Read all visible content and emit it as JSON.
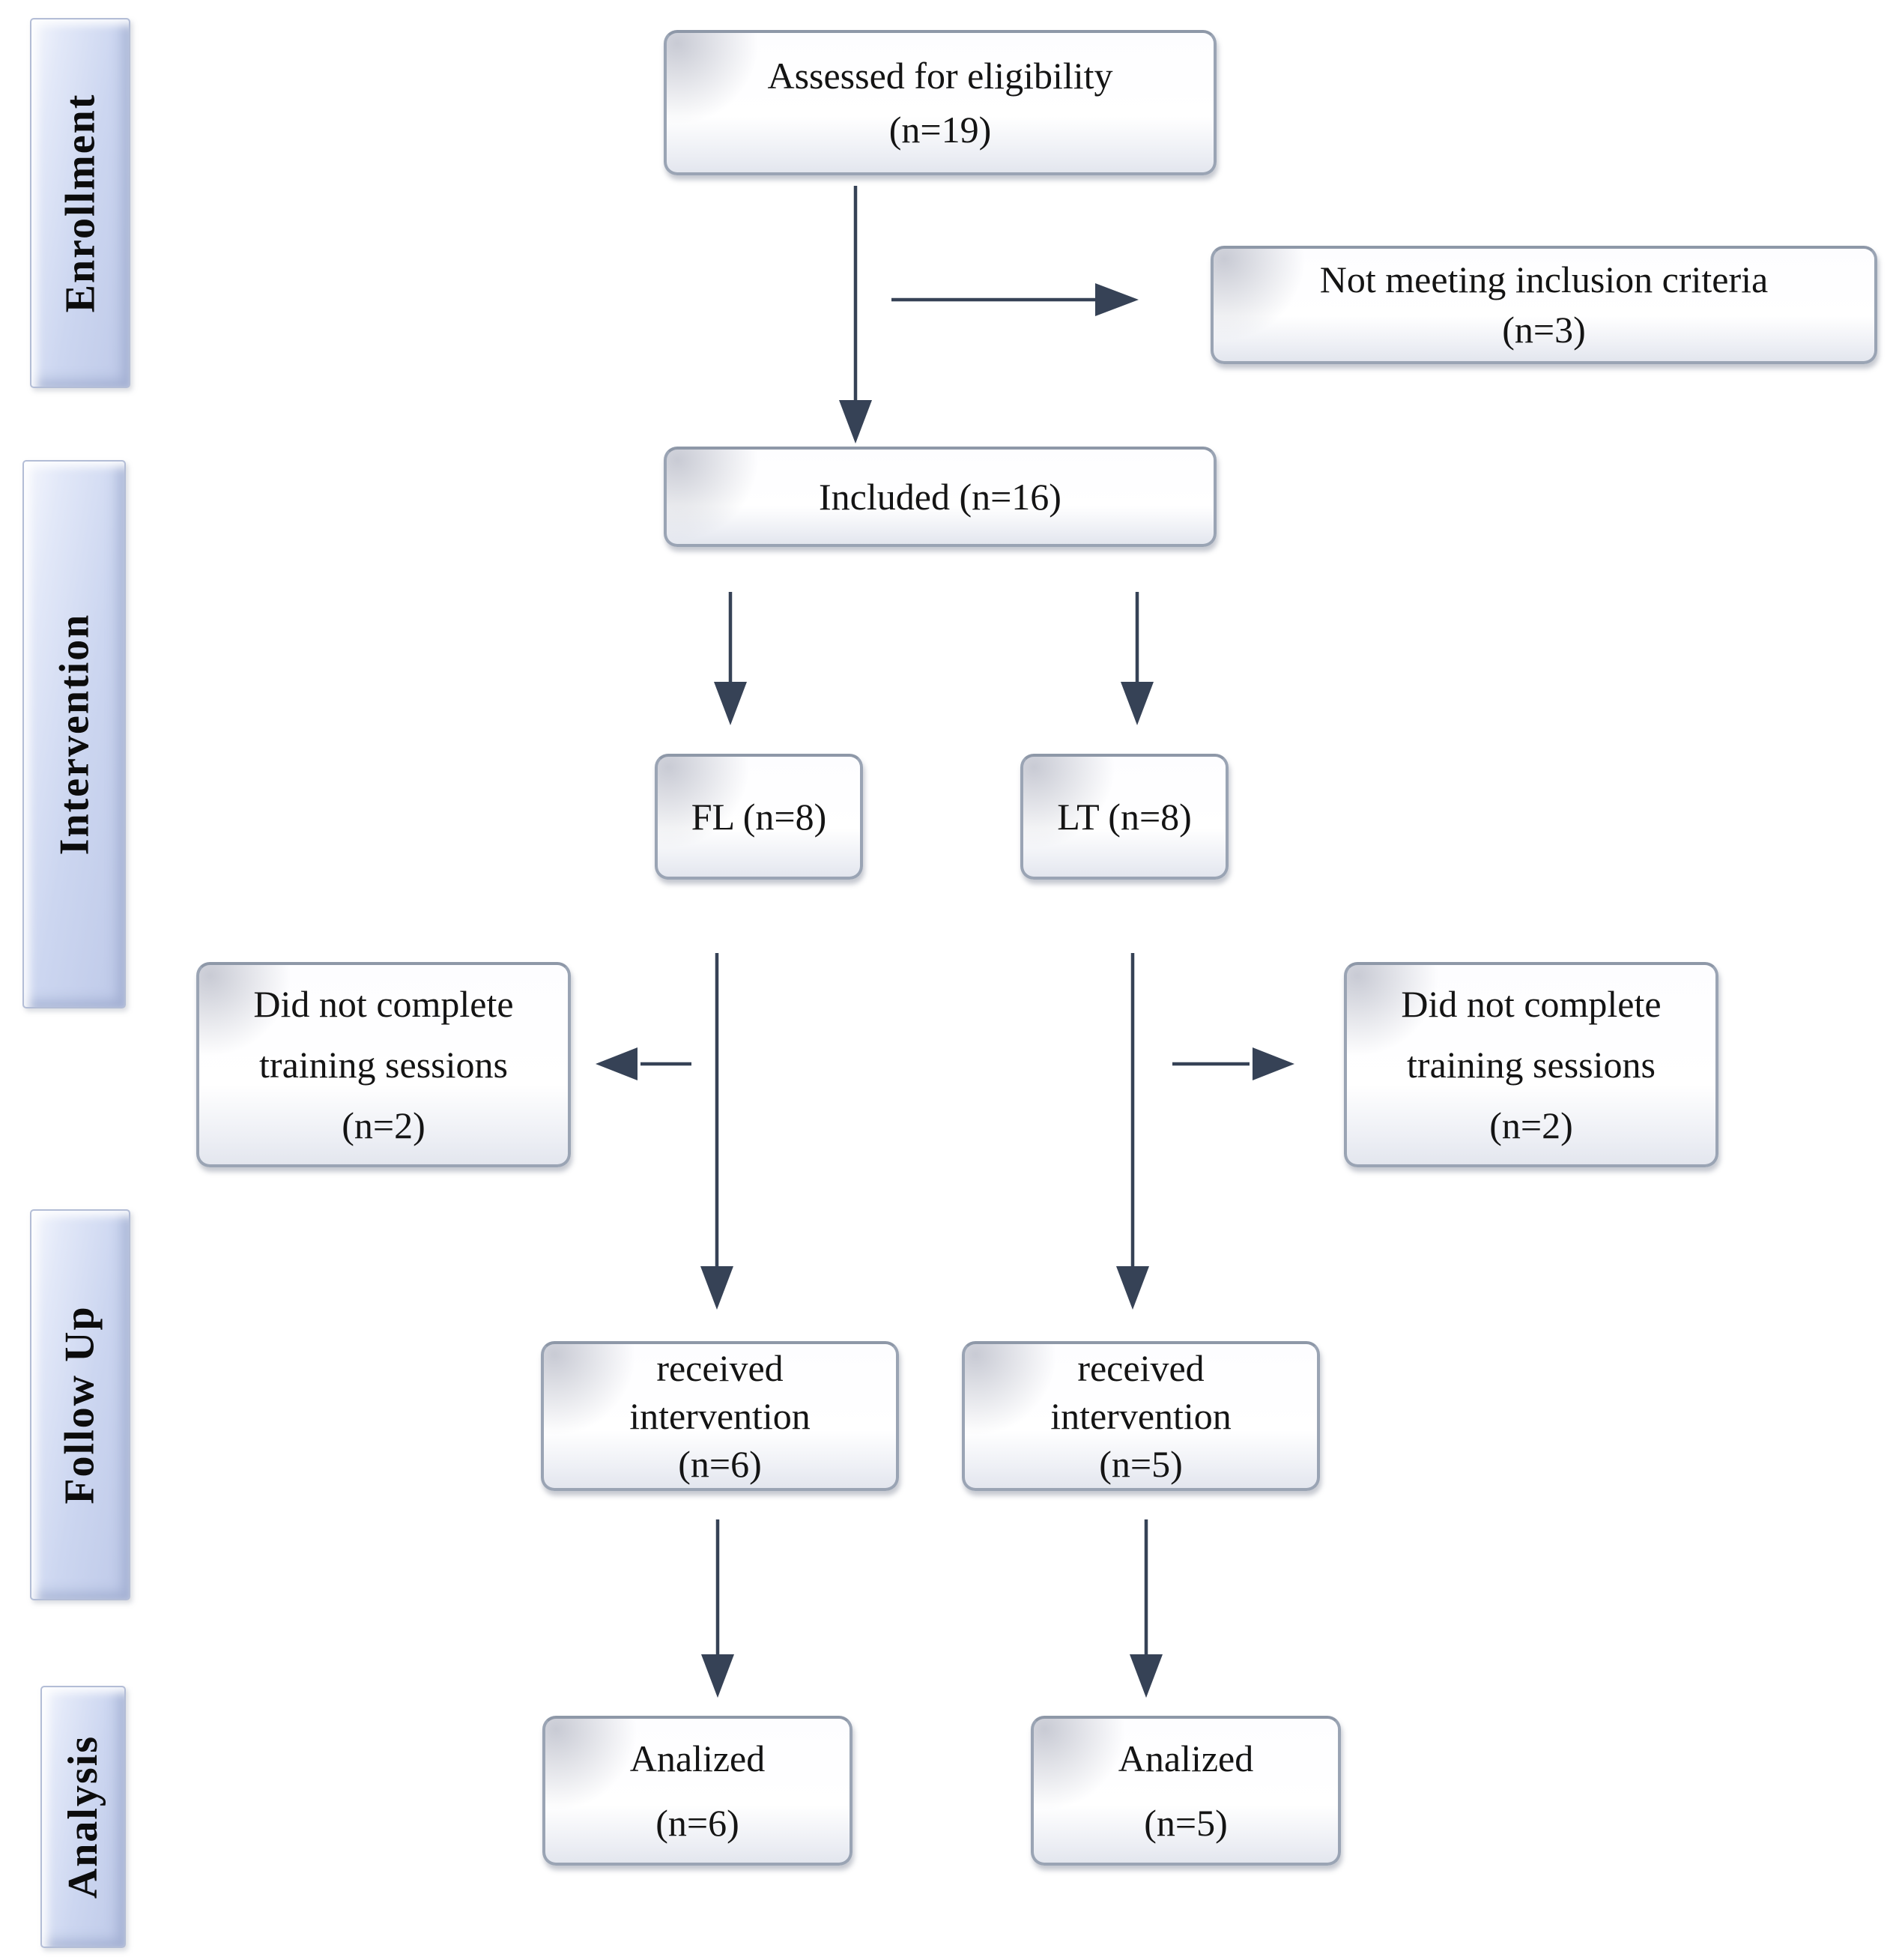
{
  "colors": {
    "arrow-color": "#364256",
    "node-border": "#9aa4b4",
    "stage-fill": "#ccd6f0",
    "text-color": "#141414"
  },
  "stages": [
    {
      "label": "Enrollment"
    },
    {
      "label": "Intervention"
    },
    {
      "label": "Follow Up"
    },
    {
      "label": "Analysis"
    }
  ],
  "nodes": [
    {
      "id": "assessed",
      "lines": [
        "Assessed for eligibility",
        "(n=19)"
      ]
    },
    {
      "id": "not_meeting",
      "lines": [
        "Not meeting inclusion criteria",
        "(n=3)"
      ]
    },
    {
      "id": "included",
      "lines": [
        "Included (n=16)"
      ]
    },
    {
      "id": "fl",
      "lines": [
        "FL (n=8)"
      ]
    },
    {
      "id": "lt",
      "lines": [
        "LT (n=8)"
      ]
    },
    {
      "id": "dnc_left",
      "lines": [
        "Did not complete",
        "training sessions",
        "(n=2)"
      ]
    },
    {
      "id": "dnc_right",
      "lines": [
        "Did not complete",
        "training sessions",
        "(n=2)"
      ]
    },
    {
      "id": "received_left",
      "lines": [
        "received",
        "intervention",
        "(n=6)"
      ]
    },
    {
      "id": "received_right",
      "lines": [
        "received",
        "intervention",
        "(n=5)"
      ]
    },
    {
      "id": "analized_left",
      "lines": [
        "Analized",
        "(n=6)"
      ]
    },
    {
      "id": "analized_right",
      "lines": [
        "Analized",
        "(n=5)"
      ]
    }
  ],
  "edges": [
    {
      "from": "assessed",
      "to": "included"
    },
    {
      "from": "assessed",
      "to": "not_meeting"
    },
    {
      "from": "included",
      "to": "fl"
    },
    {
      "from": "included",
      "to": "lt"
    },
    {
      "from": "fl",
      "to": "received_left"
    },
    {
      "from": "fl",
      "to": "dnc_left"
    },
    {
      "from": "lt",
      "to": "received_right"
    },
    {
      "from": "lt",
      "to": "dnc_right"
    },
    {
      "from": "received_left",
      "to": "analized_left"
    },
    {
      "from": "received_right",
      "to": "analized_right"
    }
  ]
}
